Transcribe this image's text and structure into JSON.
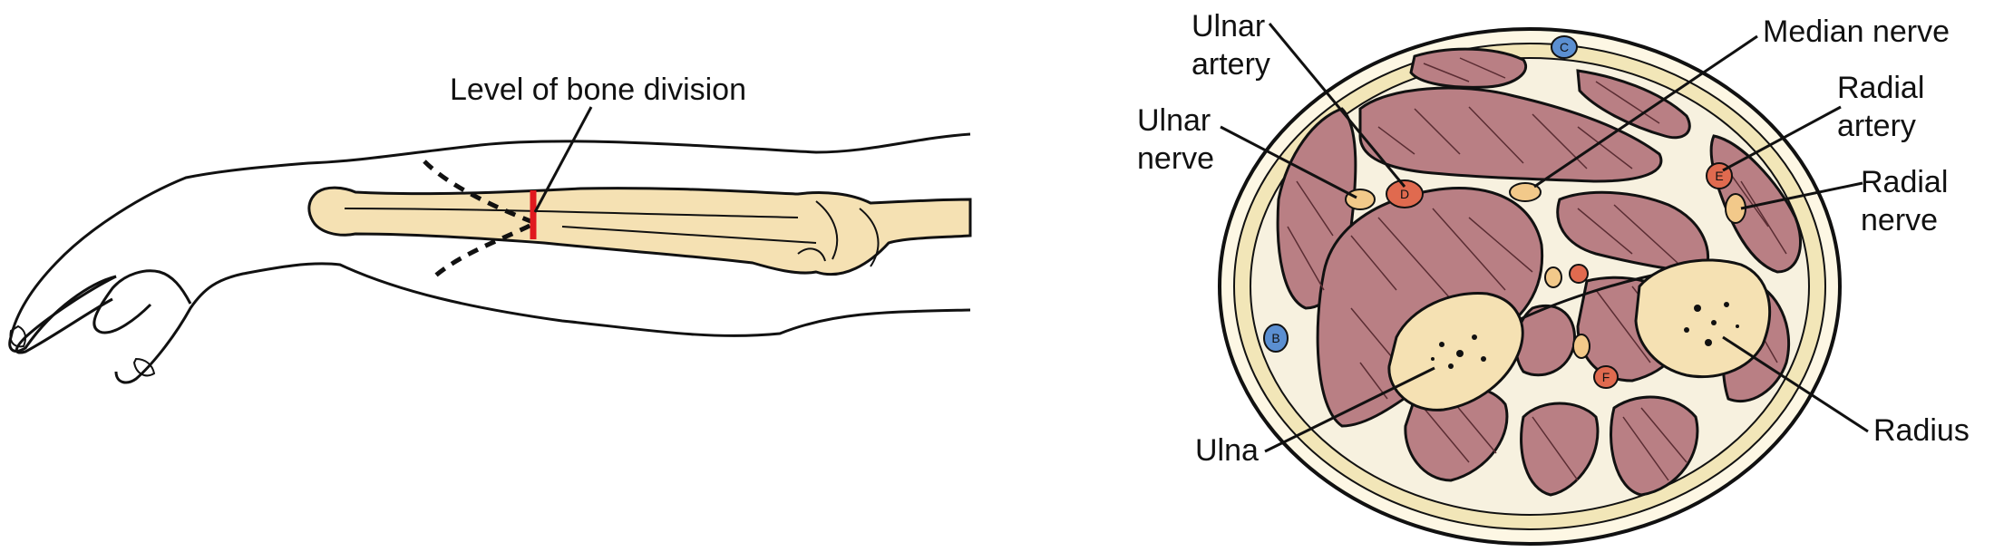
{
  "left_panel": {
    "callout": "Level of bone division"
  },
  "right_panel": {
    "labels": {
      "ulnar_artery": [
        "Ulnar",
        "artery"
      ],
      "median_nerve": "Median nerve",
      "ulnar_nerve": [
        "Ulnar",
        "nerve"
      ],
      "radial_artery": [
        "Radial",
        "artery"
      ],
      "radial_nerve": [
        "Radial",
        "nerve"
      ],
      "ulna": "Ulna",
      "radius": "Radius"
    },
    "vessel_marks": {
      "vein_upper": "C",
      "vein_left": "B",
      "ulnar_artery": "D",
      "radial_artery": "E",
      "central_artery": "F"
    }
  },
  "colors": {
    "outline": "#111111",
    "bone": "#f5e1b3",
    "cut_line": "#e0191f",
    "muscle": "#b97f84",
    "muscle_fiber": "#5a2d33",
    "fascia": "#f7f1df",
    "skin_layer": "#f2e6b8",
    "artery": "#e06a4f",
    "vein": "#5b8fd1",
    "nerve": "#f2c98a"
  }
}
